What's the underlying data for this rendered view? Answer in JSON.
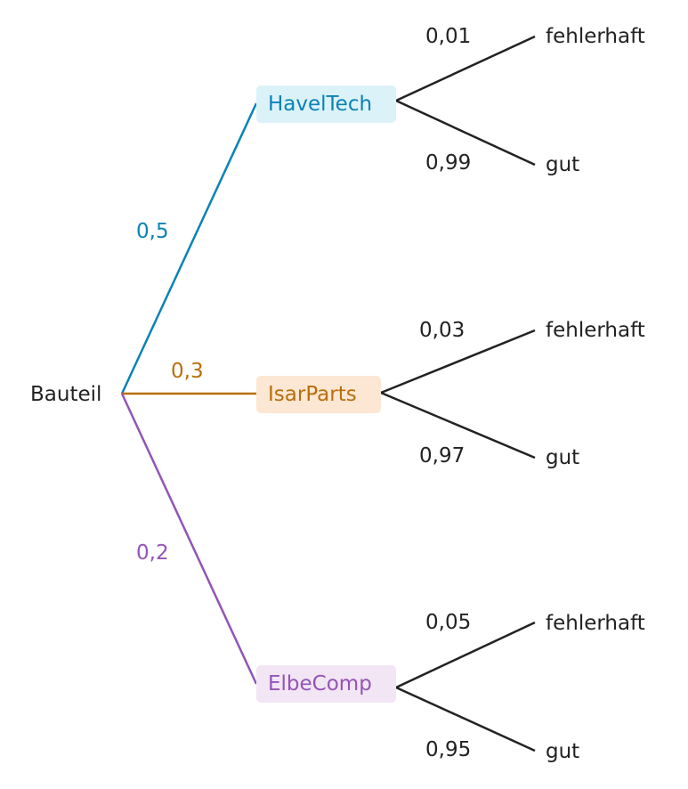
{
  "root": {
    "label": "Bauteil"
  },
  "suppliers": [
    {
      "name": "HavelTech",
      "probability": "0,5",
      "color": "#0a83b5",
      "box_fill": "#dcf2f9",
      "outcomes": [
        {
          "label": "fehlerhaft",
          "probability": "0,01"
        },
        {
          "label": "gut",
          "probability": "0,99"
        }
      ]
    },
    {
      "name": "IsarParts",
      "probability": "0,3",
      "color": "#b86e0b",
      "box_fill": "#fbe7d3",
      "outcomes": [
        {
          "label": "fehlerhaft",
          "probability": "0,03"
        },
        {
          "label": "gut",
          "probability": "0,97"
        }
      ]
    },
    {
      "name": "ElbeComp",
      "probability": "0,2",
      "color": "#9354b8",
      "box_fill": "#f2e5f4",
      "outcomes": [
        {
          "label": "fehlerhaft",
          "probability": "0,05"
        },
        {
          "label": "gut",
          "probability": "0,95"
        }
      ]
    }
  ],
  "outcome_line_color": "#222222"
}
